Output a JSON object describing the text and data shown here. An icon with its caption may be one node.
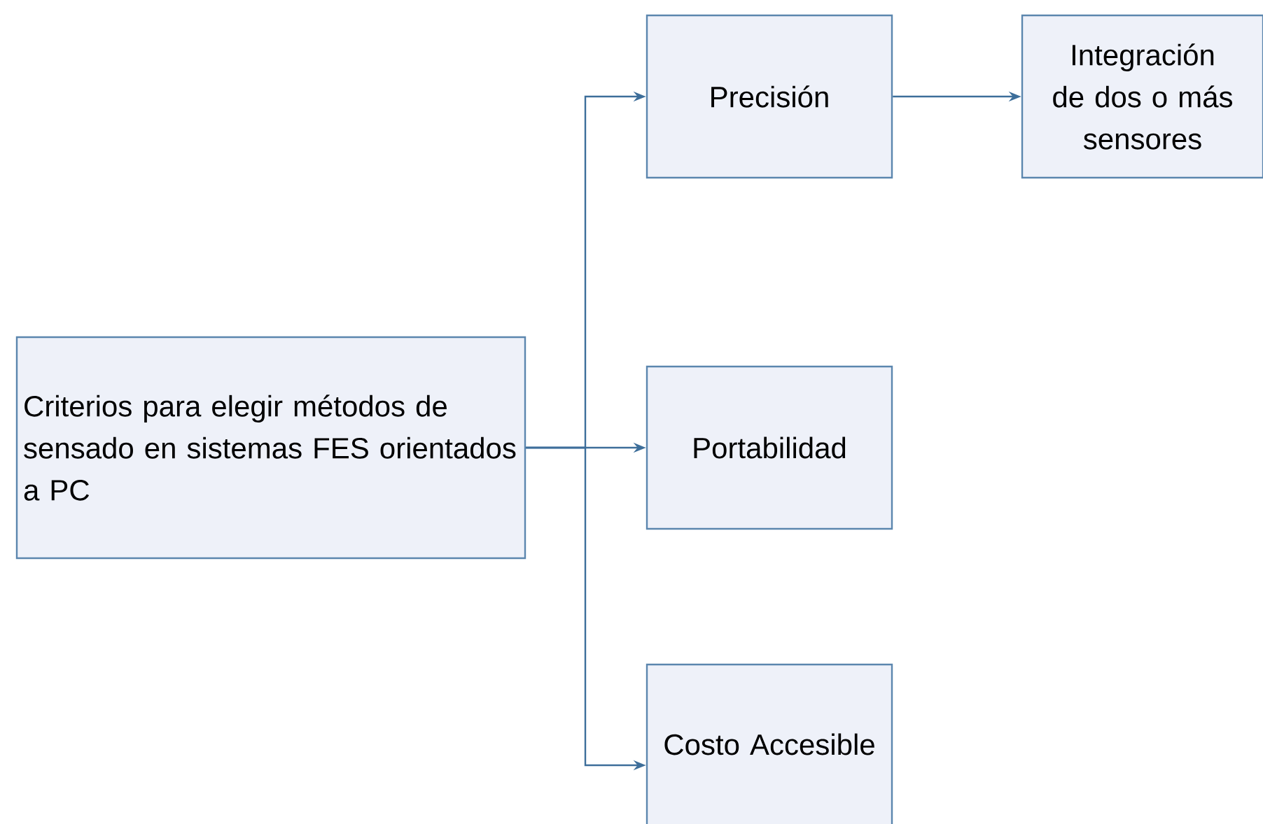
{
  "diagram": {
    "nodes": [
      {
        "text": [
          "Criterios para elegir métodos de sensado en sistemas FES orientados a PC"
        ]
      },
      {
        "text": [
          "Precisión"
        ]
      },
      {
        "text": [
          "Integración de dos o más sensores"
        ]
      },
      {
        "text": [
          "Portabilidad"
        ]
      },
      {
        "text": [
          "Costo Accesible"
        ]
      }
    ],
    "edges": [
      {
        "from": 0,
        "to": 1,
        "arrow": "to"
      },
      {
        "from": 0,
        "to": 3,
        "arrow": "to"
      },
      {
        "from": 0,
        "to": 4,
        "arrow": "to"
      },
      {
        "from": 1,
        "to": 2,
        "arrow": "to"
      }
    ]
  }
}
